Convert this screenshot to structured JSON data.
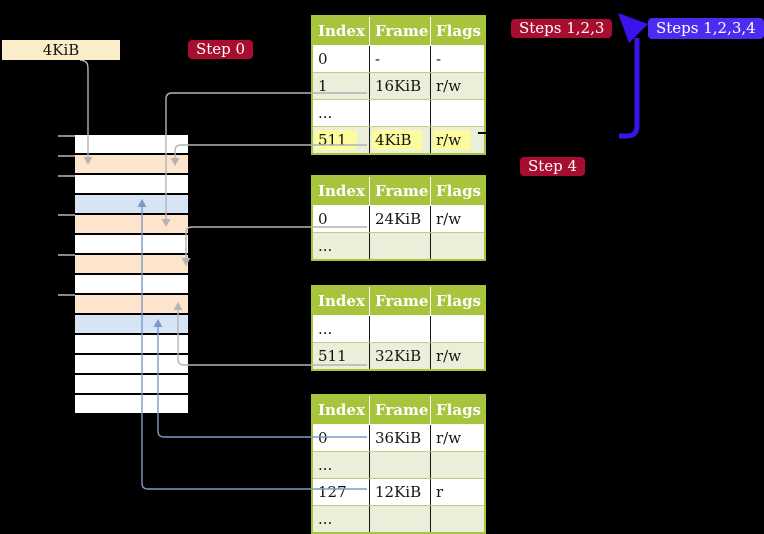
{
  "diagram": {
    "frame_label": {
      "text": "4KiB"
    },
    "badges": {
      "step0": {
        "text": "Step 0"
      },
      "steps123": {
        "text": "Steps 1,2,3"
      },
      "steps1234": {
        "text": "Steps 1,2,3,4"
      },
      "step4": {
        "text": "Step 4"
      }
    },
    "memory": {
      "rows": [
        "white",
        "peach",
        "white",
        "blue",
        "peach",
        "white",
        "peach",
        "white",
        "peach",
        "blue",
        "white",
        "white",
        "white",
        "white"
      ]
    },
    "page_tables": [
      {
        "name": "page-table-1",
        "headers": [
          "Index",
          "Frame",
          "Flags"
        ],
        "rows": [
          {
            "cells": [
              "0",
              "-",
              "-"
            ],
            "shaded": false,
            "highlighted": false
          },
          {
            "cells": [
              "1",
              "16KiB",
              "r/w"
            ],
            "shaded": true,
            "highlighted": false
          },
          {
            "cells": [
              "...",
              "",
              ""
            ],
            "shaded": false,
            "highlighted": false
          },
          {
            "cells": [
              "511",
              "4KiB",
              "r/w"
            ],
            "shaded": true,
            "highlighted": true
          }
        ]
      },
      {
        "name": "page-table-2",
        "headers": [
          "Index",
          "Frame",
          "Flags"
        ],
        "rows": [
          {
            "cells": [
              "0",
              "24KiB",
              "r/w"
            ],
            "shaded": false,
            "highlighted": false
          },
          {
            "cells": [
              "...",
              "",
              ""
            ],
            "shaded": true,
            "highlighted": false
          }
        ]
      },
      {
        "name": "page-table-3",
        "headers": [
          "Index",
          "Frame",
          "Flags"
        ],
        "rows": [
          {
            "cells": [
              "...",
              "",
              ""
            ],
            "shaded": false,
            "highlighted": false
          },
          {
            "cells": [
              "511",
              "32KiB",
              "r/w"
            ],
            "shaded": true,
            "highlighted": false
          }
        ]
      },
      {
        "name": "page-table-4",
        "headers": [
          "Index",
          "Frame",
          "Flags"
        ],
        "rows": [
          {
            "cells": [
              "0",
              "36KiB",
              "r/w"
            ],
            "shaded": false,
            "highlighted": false
          },
          {
            "cells": [
              "...",
              "",
              ""
            ],
            "shaded": true,
            "highlighted": false
          },
          {
            "cells": [
              "127",
              "12KiB",
              "r"
            ],
            "shaded": false,
            "highlighted": false
          },
          {
            "cells": [
              "...",
              "",
              ""
            ],
            "shaded": true,
            "highlighted": false
          }
        ]
      }
    ],
    "colors": {
      "crimson": "#a60d2f",
      "bluebadge": "#4b2df2",
      "arrowblue": "#3a14ea",
      "green": "#a8c43c",
      "ltgreen": "#e9efd8",
      "peach": "#fce5cc",
      "ltblue": "#d7e4f6",
      "cream": "#faeeca",
      "yellow": "#fcfc9e",
      "gray": "#b4b4b6",
      "connblue": "#7e99c8",
      "tick": "#8a8a8a"
    }
  }
}
